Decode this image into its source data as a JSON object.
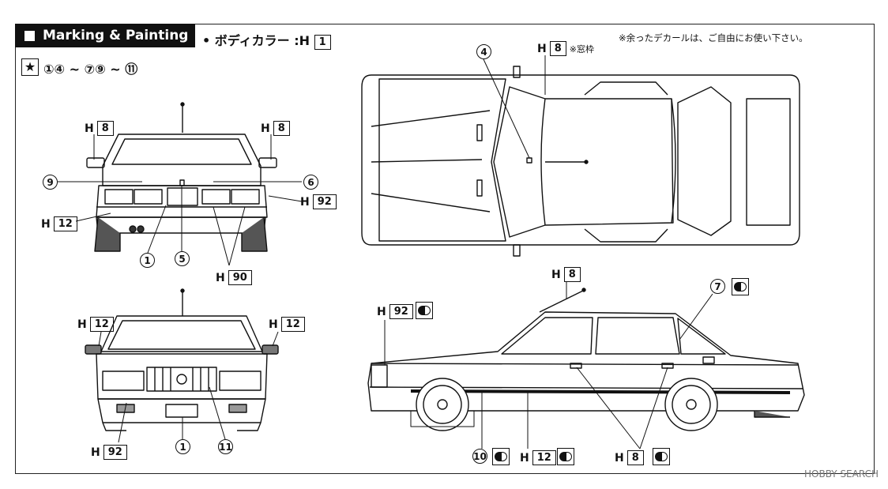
{
  "header": {
    "title": "Marking & Painting",
    "body_color_label": "• ボディカラー :H",
    "body_color_num": "1",
    "note": "※余ったデカールは、ご自由にお使い下さい。"
  },
  "decal_list": {
    "star_icon": "★",
    "sequence": "①④ ~ ⑦⑨ ~ ⑪"
  },
  "window_frame": {
    "h": "H",
    "num": "8",
    "note": "※窓枠"
  },
  "labels": {
    "h": "H",
    "n8": "8",
    "n12": "12",
    "n90": "90",
    "n92": "92"
  },
  "numbers": {
    "n1": "1",
    "n4": "4",
    "n5": "5",
    "n6": "6",
    "n7": "7",
    "n9": "9",
    "n10": "10",
    "n11": "11"
  },
  "watermark": "HOBBY SEARCH"
}
